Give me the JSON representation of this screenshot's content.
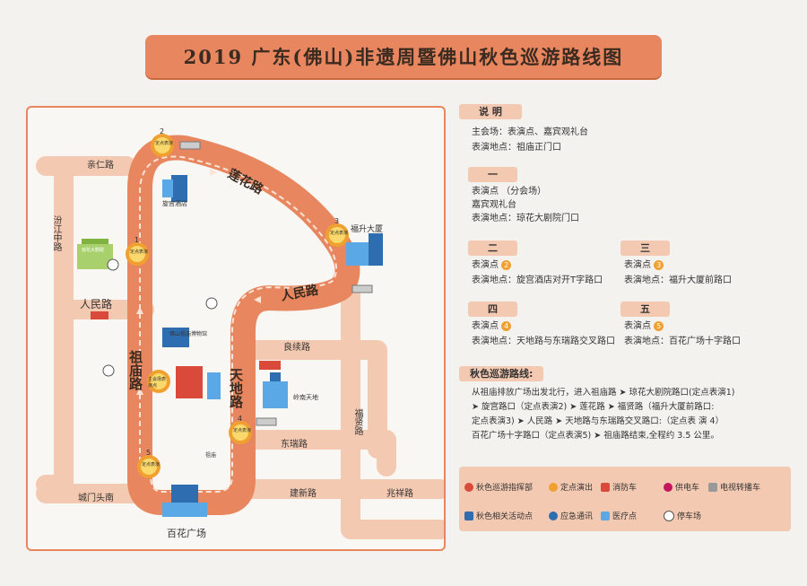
{
  "title": "2019 广东(佛山)非遗周暨佛山秋色巡游路线图",
  "colors": {
    "route": "#e8875f",
    "road": "#f4c9b1",
    "accent": "#f0a030"
  },
  "map": {
    "roads": {
      "qinren": "亲仁路",
      "fenjiang": "汾江中路",
      "renmin_left": "人民路",
      "lianghua": "良续路",
      "fuxian": "福贤路",
      "dongrui": "东瑞路",
      "jianxin": "建新路",
      "zhaoxiang": "兆祥路",
      "chengmen": "城门头南"
    },
    "route_labels": {
      "lianhua": "莲花路",
      "renmin": "人民路",
      "zumiao": "祖庙路",
      "tiandi": "天地路"
    },
    "places": {
      "xuangong": "旋宫酒店",
      "fusheng": "福升大厦",
      "baihua": "百花广场",
      "zumiao_museum": "佛山祖庙博物馆",
      "lingnan": "岭南天地",
      "zumiao_small": "祖庙",
      "qionghua": "琼花大剧院"
    },
    "pins": [
      {
        "num": "1",
        "text": "定点表演"
      },
      {
        "num": "2",
        "text": "定点表演"
      },
      {
        "num": "3",
        "text": "定点表演"
      },
      {
        "num": "4",
        "text": "定点表演"
      },
      {
        "num": "5",
        "text": "定点表演"
      }
    ],
    "main_venue_pin": "主会场表演点"
  },
  "legend": {
    "intro": {
      "tag": "说 明",
      "line1": "主会场：表演点、嘉宾观礼台",
      "line2": "表演地点：祖庙正门口"
    },
    "one": {
      "tag": "一",
      "line1": "表演点 （分会场）",
      "line2": "嘉宾观礼台",
      "line3": "表演地点：琼花大剧院门口"
    },
    "two": {
      "tag": "二",
      "label": "表演点",
      "num": "2",
      "place": "表演地点：旋宫酒店对开T字路口"
    },
    "three": {
      "tag": "三",
      "label": "表演点",
      "num": "3",
      "place": "表演地点：福升大厦前路口"
    },
    "four": {
      "tag": "四",
      "label": "表演点",
      "num": "4",
      "place": "表演地点：天地路与东瑞路交叉路口"
    },
    "five": {
      "tag": "五",
      "label": "表演点",
      "num": "5",
      "place": "表演地点：百花广场十字路口"
    },
    "route": {
      "tag": "秋色巡游路线:",
      "l1": "从祖庙排放广场出发北行，进入祖庙路",
      "l1b": "琼花大剧院路口(定点表演1)",
      "l2a": "旋宫路口（定点表演2)",
      "l2b": "莲花路",
      "l2c": "福贤路（福升大厦前路口:",
      "l3a": "定点表演3)",
      "l3b": "人民路",
      "l3c": "天地路与东瑞路交叉路口:（定点表 演 4）",
      "l4a": "百花广场十字路口（定点表演5)",
      "l4b": "祖庙路结束,全程约 3.5 公里。"
    },
    "icons": {
      "command": "秋色巡游指挥部",
      "fixed": "定点演出",
      "fire": "消防车",
      "power": "供电车",
      "tv": "电视转播车",
      "activity": "秋色相关活动点",
      "comm": "应急通讯",
      "medical": "医疗点",
      "parking": "停车场"
    }
  }
}
